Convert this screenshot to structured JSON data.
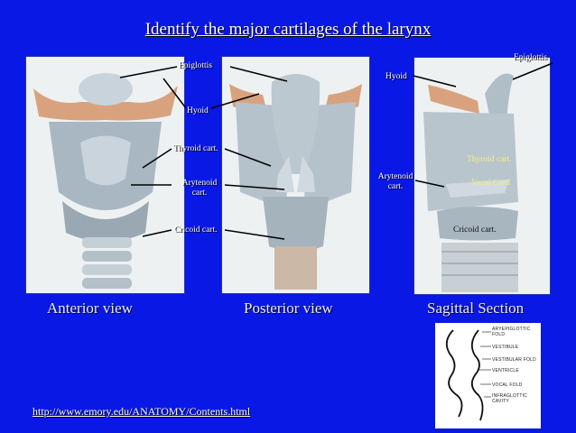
{
  "slide": {
    "title": "Identify the major cartilages of the larynx",
    "source_url": "http://www.emory.edu/ANATOMY/Contents.html"
  },
  "views": {
    "anterior": {
      "caption": "Anterior view"
    },
    "posterior": {
      "caption": "Posterior view"
    },
    "sagittal": {
      "caption": "Sagittal Section"
    }
  },
  "labels": {
    "center": {
      "epiglottis": "Epiglottis",
      "hyoid": "Hyoid",
      "thyroid": "Thyroid cart.",
      "arytenoid_1": "Arytenoid",
      "arytenoid_2": "cart.",
      "cricoid": "Cricoid cart."
    },
    "sagittal": {
      "epiglottis": "Epiglottis",
      "hyoid": "Hyoid",
      "arytenoid_1": "Arytenoid",
      "arytenoid_2": "cart.",
      "thyroid": "Thyroid cart.",
      "vocal_cord": "Vocal Cord",
      "cricoid": "Cricoid cart."
    }
  },
  "diagram": {
    "labels": [
      "ARYEPIGLOTTIC",
      "FOLD",
      "VESTIBULE",
      "VESTIBULAR FOLD",
      "VENTRICLE",
      "VOCAL FOLD",
      "INFRAGLOTTIC",
      "CAVITY"
    ]
  },
  "colors": {
    "background": "#0a18e6",
    "cartilage": "#c8d3dc",
    "hyoid_bone": "#d9a27e",
    "label_yellow": "#f4f07a"
  }
}
